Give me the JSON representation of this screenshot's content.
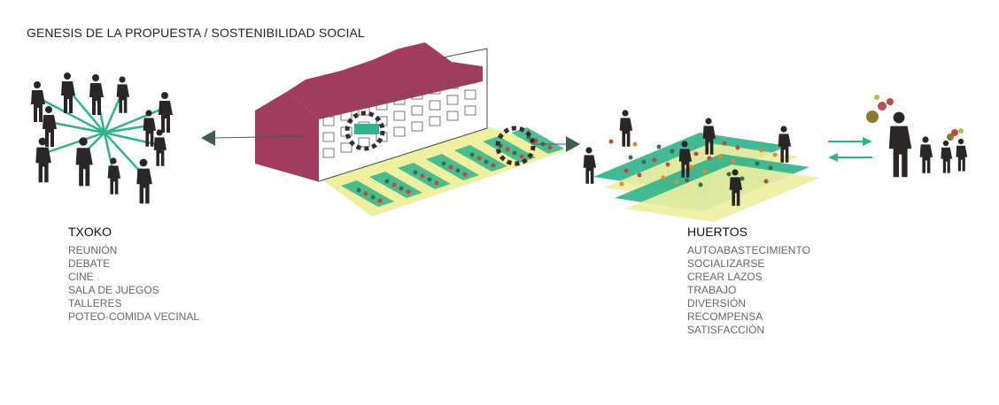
{
  "title": "GENESIS DE LA PROPUESTA /  SOSTENIBILIDAD SOCIAL",
  "txoko": {
    "heading": "TXOKO",
    "items": [
      "REUNIÓN",
      "DEBATE",
      "CINE",
      "SALA DE JUEGOS",
      "TALLERES",
      "POTEO-COMIDA VECINAL"
    ]
  },
  "huertos": {
    "heading": "HUERTOS",
    "items": [
      "AUTOABASTECIMIENTO",
      "SOCIALIZARSE",
      "CREAR LAZOS",
      "TRABAJO",
      "DIVERSIÓN",
      "RECOMPENSA",
      "SATISFACCIÓN"
    ]
  },
  "colors": {
    "building": "#a23c5f",
    "accent": "#2fb38c",
    "arrow": "#3e5f4b",
    "field": "#eef0a0",
    "figure": "#2a2626"
  }
}
